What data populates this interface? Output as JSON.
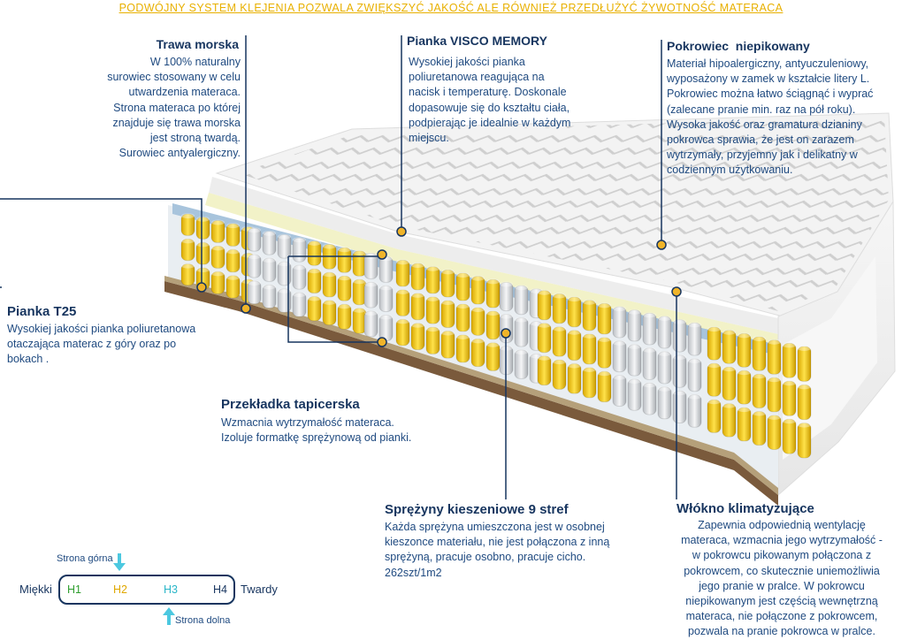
{
  "banner": "PODWÓJNY SYSTEM KLEJENIA POZWALA ZWIĘKSZYĆ JAKOŚĆ ALE RÓWNIEŻ PRZEDŁUŻYĆ ŻYWOTNOŚĆ MATERACA",
  "callouts": {
    "trawa": {
      "title": "Trawa morska",
      "lines": [
        "W 100% naturalny",
        "surowiec stosowany w celu",
        "utwardzenia materaca.",
        "Strona materaca po której",
        "znajduje się trawa morska",
        "jest stroną twardą.",
        "Surowiec antyalergiczny."
      ]
    },
    "visco": {
      "title": "Pianka VISCO MEMORY",
      "lines": [
        "Wysokiej jakości pianka",
        "poliuretanowa reagująca na",
        "nacisk i temperaturę. Doskonale",
        "dopasowuje się do kształtu ciała,",
        "podpierając je idealnie w każdym",
        "miejscu."
      ]
    },
    "pokrowiec": {
      "title": "Pokrowiec  niepikowany",
      "lines": [
        "Materiał hipoalergiczny, antyuczuleniowy,",
        "wyposażony w zamek w kształcie litery L.",
        "Pokrowiec można łatwo ściągnąć i wyprać",
        "(zalecane pranie min.  raz na pół roku).",
        "Wysoka jakość oraz gramatura dzianiny",
        "pokrowca sprawia, że jest on zarazem",
        "wytrzymały, przyjemny jak i delikatny w",
        "codziennym użytkowaniu."
      ]
    },
    "t25": {
      "title": "Pianka T25",
      "lines": [
        "Wysokiej jakości pianka poliuretanowa",
        "otaczająca materac z góry oraz po",
        "bokach ."
      ]
    },
    "przekladka": {
      "title": "Przekładka tapicerska",
      "lines": [
        "Wzmacnia wytrzymałość materaca.",
        "Izoluje formatkę sprężynową od pianki."
      ]
    },
    "sprezyny": {
      "title": "Sprężyny kieszeniowe 9 stref",
      "lines": [
        "Każda sprężyna umieszczona jest w osobnej",
        "kieszonce materiału, nie jest połączona z inną",
        "sprężyną, pracuje osobno, pracuje cicho.",
        "262szt/1m2"
      ]
    },
    "wlokno": {
      "title": "Włókno klimatyzujące",
      "lines": [
        "Zapewnia odpowiednią wentylację",
        "materaca, wzmacnia jego wytrzymałość -",
        "w pokrowcu pikowanym połączona z",
        "pokrowcem, co skutecznie uniemożliwia",
        "jego pranie w pralce. W pokrowcu",
        "niepikowanym jest częścią wewnętrzną",
        "materaca, nie połączone z pokrowcem,",
        "pozwala na pranie pokrowca w pralce."
      ]
    }
  },
  "scale": {
    "left": "Miękki",
    "right": "Twardy",
    "top_label": "Strona górna",
    "bottom_label": "Strona dolna",
    "levels": [
      {
        "label": "H1",
        "color": "#2e9e2e"
      },
      {
        "label": "H2",
        "color": "#e0a800"
      },
      {
        "label": "H3",
        "color": "#2ab6c8"
      },
      {
        "label": "H4",
        "color": "#17355f"
      }
    ]
  },
  "colors": {
    "accent": "#e8b000",
    "line": "#17355f",
    "marker": "#f0b429",
    "arrow": "#4cc8e0"
  }
}
